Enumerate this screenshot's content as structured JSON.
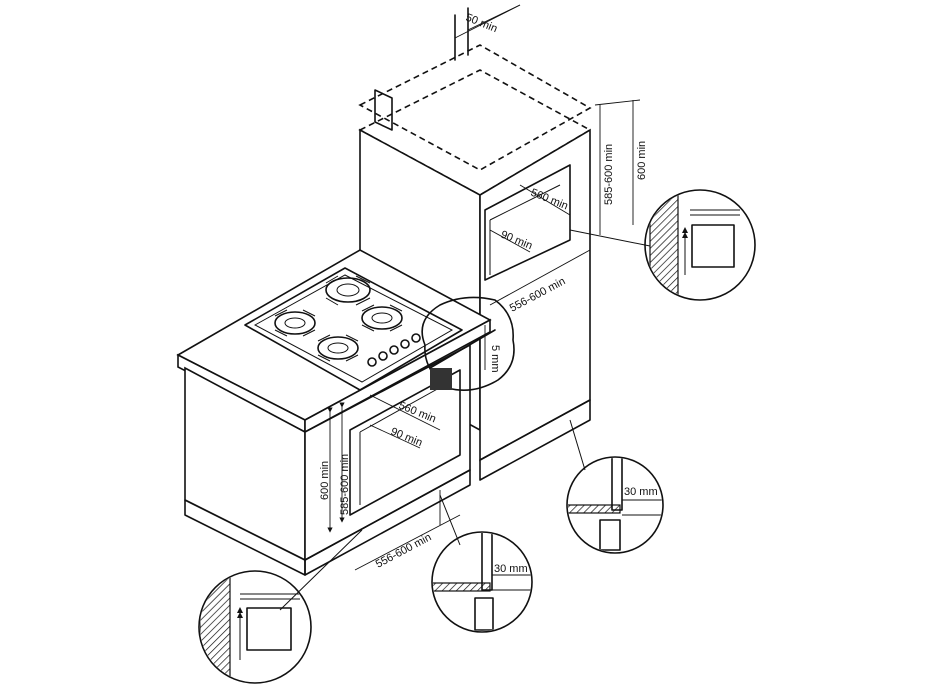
{
  "labels": {
    "gap_top": "50 min",
    "upper_depth": "560 min",
    "upper_back": "90 min",
    "upper_height_inner": "585-600 min",
    "upper_height_outer": "600 min",
    "upper_width": "556-600 min",
    "hob_gap": "5 mm",
    "lower_depth": "560 min",
    "lower_back": "90 min",
    "lower_height_outer": "600 min",
    "lower_height_inner": "585-600 min",
    "lower_width": "556-600 min",
    "vent_right": "30 mm",
    "vent_mid": "30 mm"
  }
}
